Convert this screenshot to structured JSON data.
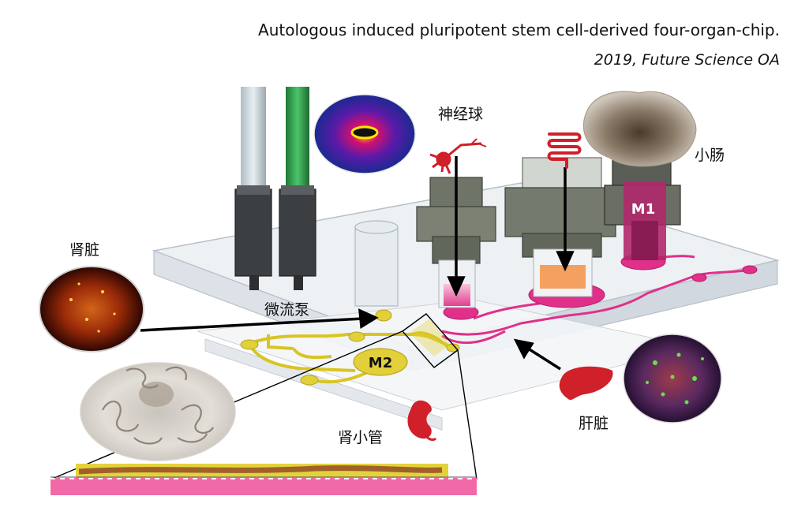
{
  "caption": {
    "title": "Autologous induced pluripotent stem cell-derived four-organ-chip.",
    "citation": "2019, Future Science OA"
  },
  "labels": {
    "kidney": "肾脏",
    "micropump": "微流泵",
    "neurosphere": "神经球",
    "intestine": "小肠",
    "liver": "肝脏",
    "tubule": "肾小管",
    "m1": "M1",
    "m2": "M2"
  },
  "colors": {
    "channel_magenta": "#e0308a",
    "channel_yellow": "#d8c424",
    "chip_glass": "#dfe4ea",
    "insert_gray": "#6f7468",
    "organ_red": "#d0202a",
    "tubing_green": "#2e9a4a"
  }
}
